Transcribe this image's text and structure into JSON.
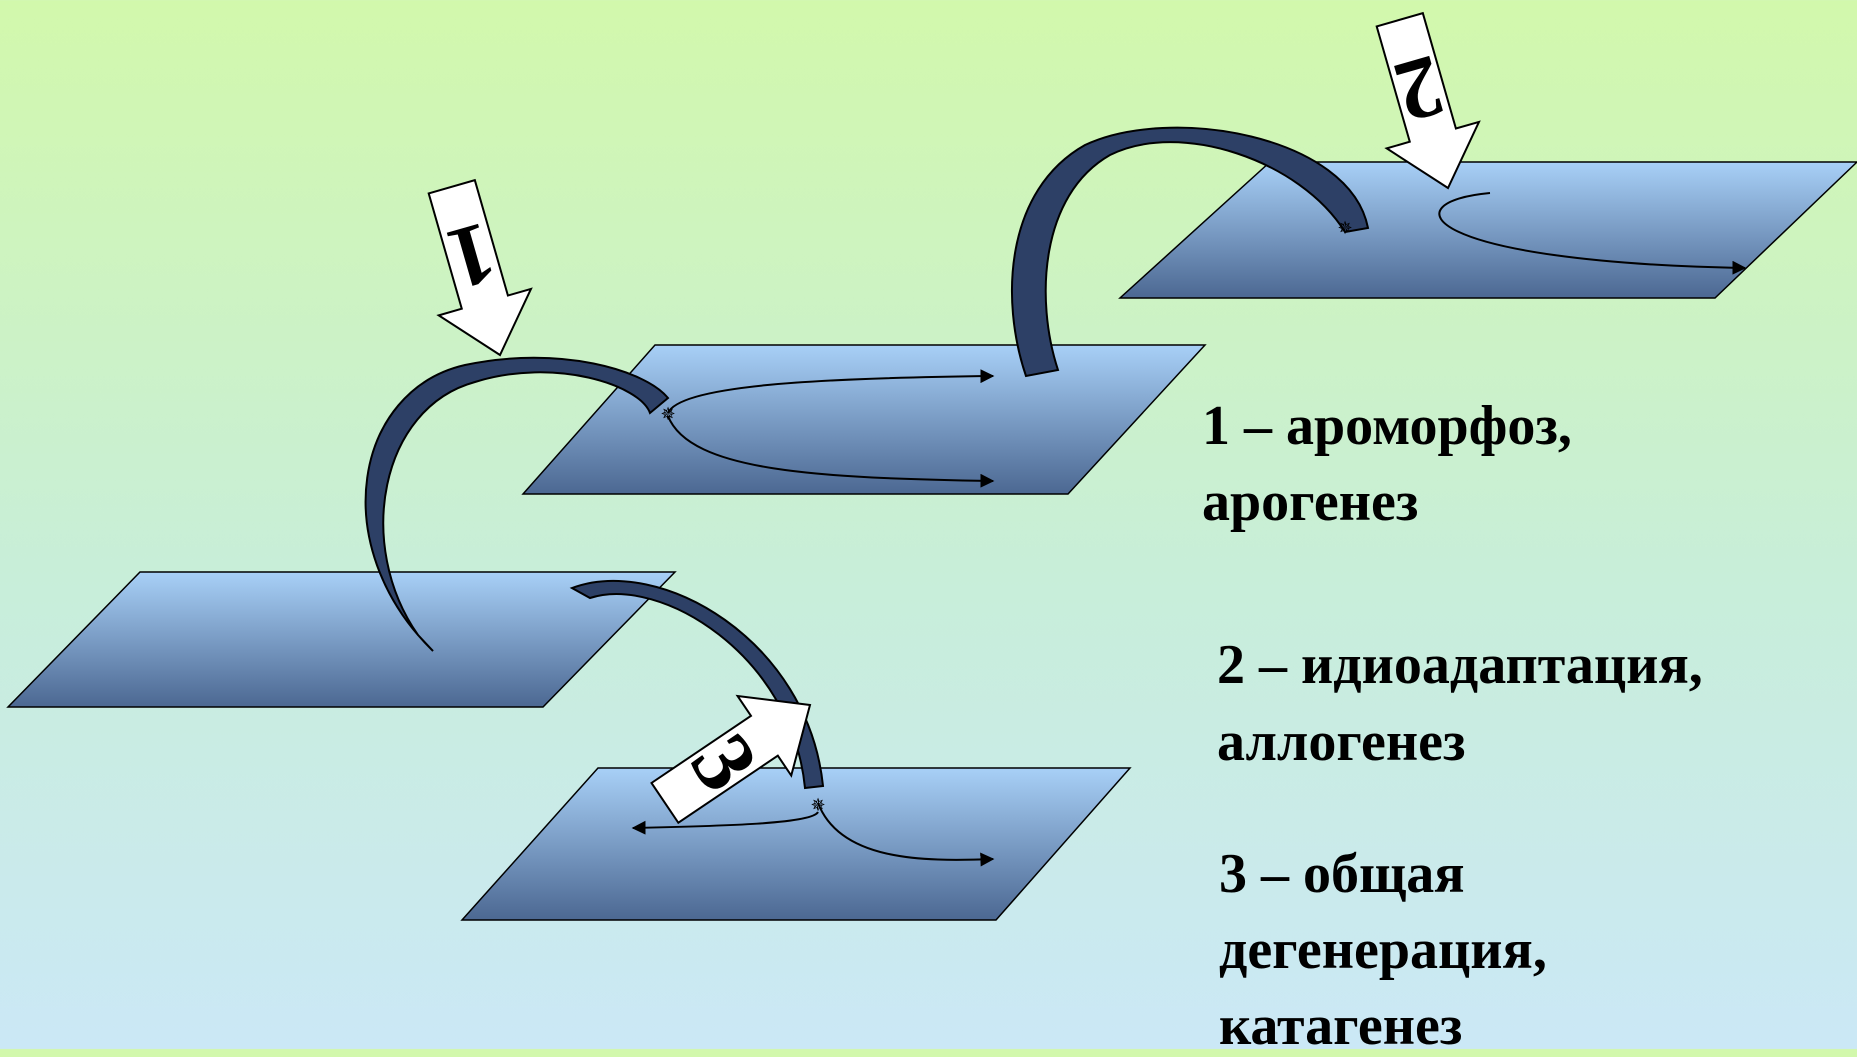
{
  "legend": {
    "item1": {
      "line1": "1 – ароморфоз,",
      "line2": "арогенез"
    },
    "item2": {
      "line1": "2 – идиоадаптация,",
      "line2": "аллогенез"
    },
    "item3": {
      "line1": "3 – общая",
      "line2": "дегенерация,",
      "line3": "катагенез"
    }
  },
  "arrow_labels": {
    "a1": "1",
    "a2": "2",
    "a3": "3"
  },
  "colors": {
    "plane_top": "#a8d0f7",
    "plane_bottom": "#4c6892",
    "jump_arrow": "#2d4066",
    "pointer_fill": "#ffffff",
    "background_top": "#d2f8ac",
    "background_bottom": "#cbe8f6"
  }
}
